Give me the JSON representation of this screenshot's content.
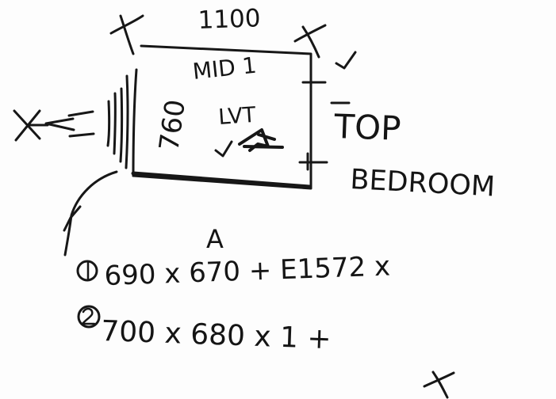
{
  "sketch": {
    "dimension_top": "1100",
    "dimension_side": "760",
    "module_label": "MID 1",
    "lvt_label": "LVT",
    "side_marker": "A",
    "top_label": "TOP",
    "bedroom_label": "BEDROOM",
    "section_label": "A",
    "line_1": "690 x 670 + E1572 x",
    "line_2": "700 x 680 x 1 +",
    "ink_color": "#171717",
    "paper_color": "#fdfdfd"
  }
}
